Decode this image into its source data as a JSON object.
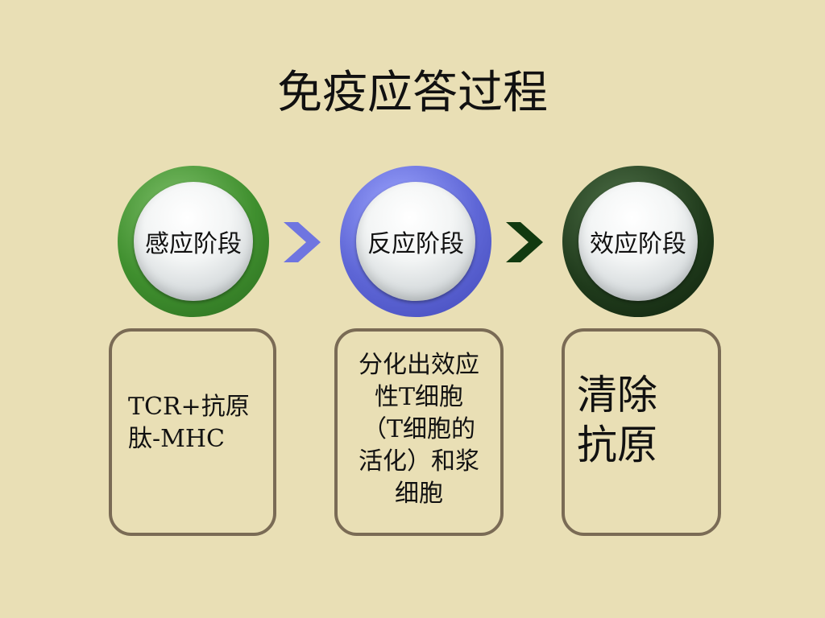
{
  "title": "免疫应答过程",
  "stages": [
    {
      "label": "感应阶段",
      "detail": "TCR+抗原肽-MHC"
    },
    {
      "label": "反应阶段",
      "detail": "分化出效应性T细胞（T细胞的活化）和浆细胞"
    },
    {
      "label": "效应阶段",
      "detail": "清除抗原"
    }
  ],
  "colors": {
    "background": "#e9dfb5",
    "stage1_ring": "#3f8f2e",
    "stage2_ring": "#5e66d6",
    "stage3_ring": "#1f3a1b",
    "arrow1": "#6f75e0",
    "arrow2": "#123a10",
    "box_border": "#7a6b55"
  },
  "icons": [
    "chevron-right-icon",
    "chevron-right-icon"
  ]
}
